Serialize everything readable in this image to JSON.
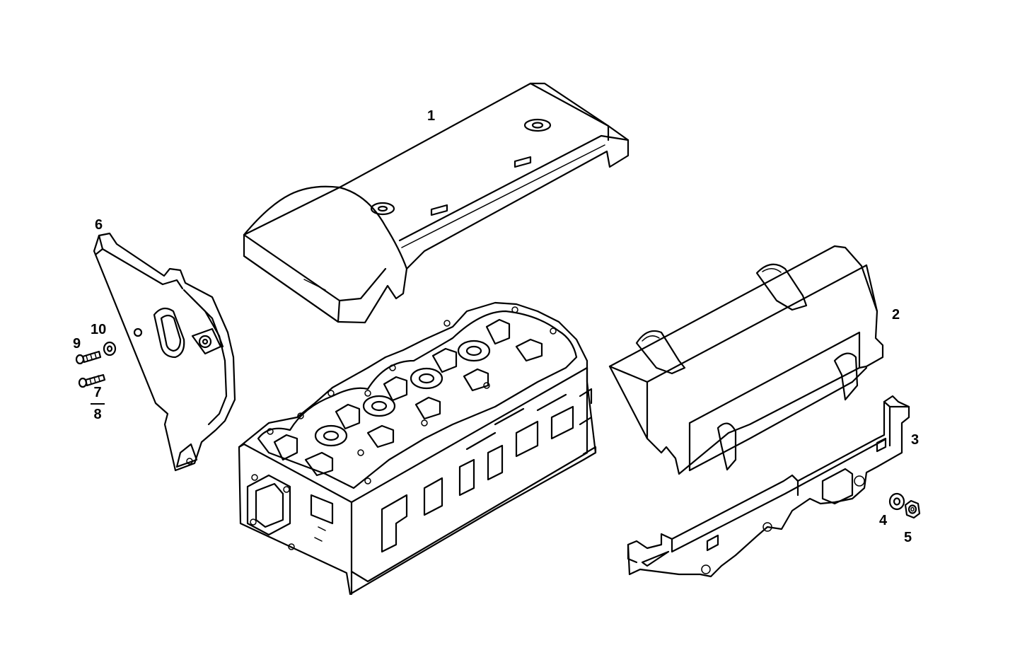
{
  "callouts": {
    "c1": "1",
    "c2": "2",
    "c3": "3",
    "c4": "4",
    "c5": "5",
    "c6": "6",
    "c7": "7",
    "c8": "8",
    "c9": "9",
    "c10": "10"
  },
  "style": {
    "line_color": "#000000",
    "background": "#ffffff"
  }
}
